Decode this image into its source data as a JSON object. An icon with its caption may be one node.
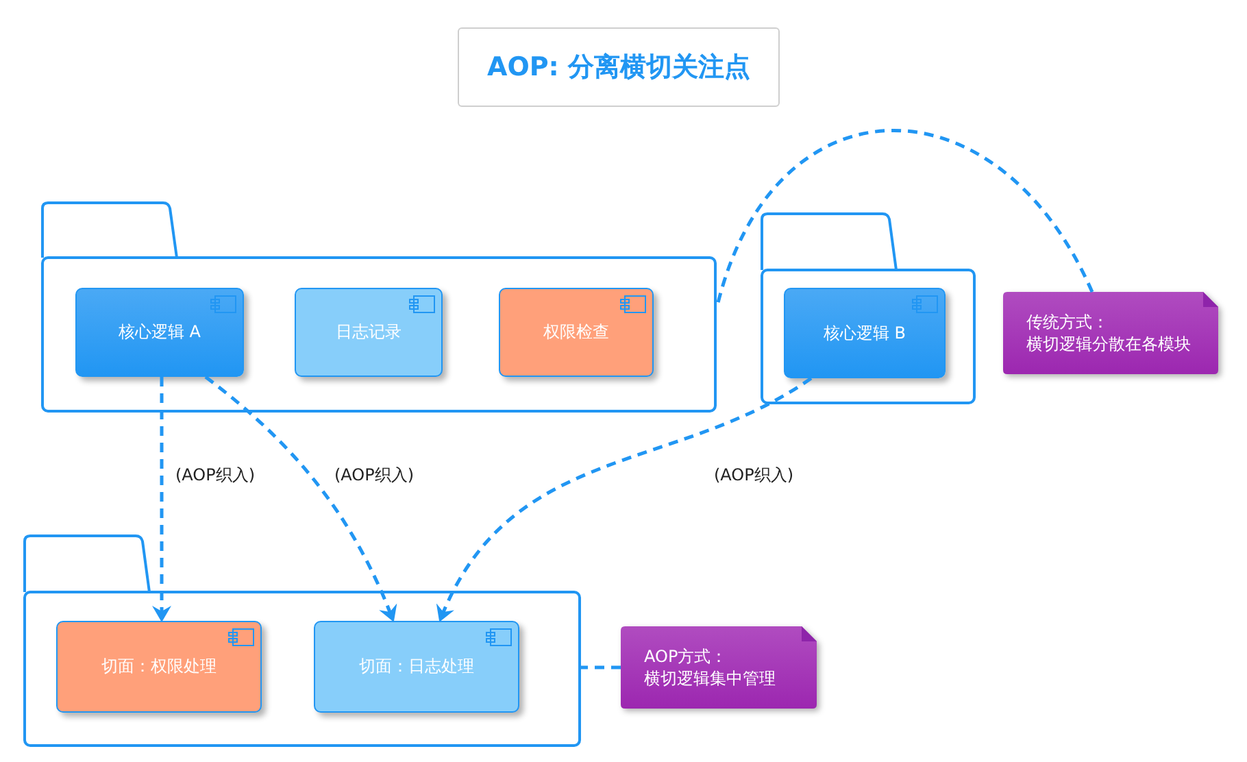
{
  "diagram": {
    "title": "AOP: 分离横切关注点",
    "nodes": [
      {
        "text": [],
        "shape": "folder"
      },
      {
        "text": [
          "核心逻辑 A"
        ],
        "in": 0
      },
      {
        "text": [
          "日志记录"
        ],
        "in": 0
      },
      {
        "text": [
          "权限检查"
        ],
        "in": 0
      },
      {
        "text": [],
        "shape": "folder"
      },
      {
        "text": [
          "核心逻辑 B"
        ],
        "in": 4
      },
      {
        "text": [
          "传统方式：",
          "横切逻辑分散在各模块"
        ]
      },
      {
        "text": [],
        "shape": "folder"
      },
      {
        "text": [
          "切面：权限处理"
        ],
        "in": 7
      },
      {
        "text": [
          "切面：日志处理"
        ],
        "in": 7
      },
      {
        "text": [
          "AOP方式：",
          "横切逻辑集中管理"
        ]
      }
    ],
    "edges": [
      {
        "from": 1,
        "to": 8,
        "arrow": "to",
        "label": "(AOP织入)",
        "style": "dashed"
      },
      {
        "from": 1,
        "to": 9,
        "arrow": "to",
        "label": "(AOP织入)",
        "style": "dashed"
      },
      {
        "from": 5,
        "to": 9,
        "arrow": "to",
        "label": "(AOP织入)",
        "style": "dashed"
      },
      {
        "from": 6,
        "to": 0,
        "arrow": "none",
        "style": "dashed"
      },
      {
        "from": 10,
        "to": 7,
        "arrow": "none",
        "style": "dashed"
      }
    ]
  }
}
